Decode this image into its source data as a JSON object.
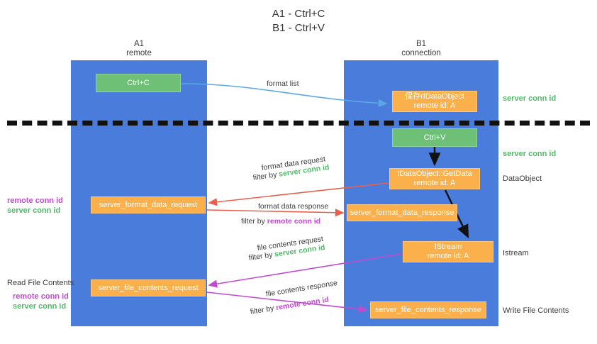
{
  "title": {
    "line1": "A1 - Ctrl+C",
    "line2": "B1 - Ctrl+V"
  },
  "lanes": [
    {
      "id": "A1",
      "name": "A1",
      "subtitle": "remote",
      "color": "#4a7ddb"
    },
    {
      "id": "B1",
      "name": "B1",
      "subtitle": "connection",
      "color": "#4a7ddb"
    }
  ],
  "colors": {
    "lane": "#4a7ddb",
    "green_box": "#6fc077",
    "orange_box": "#fbb04b",
    "server_conn_id": "#53b96a",
    "remote_conn_id": "#c04ad0",
    "arrow_blue": "#5aa9e6",
    "arrow_red": "#e8604c",
    "arrow_magenta": "#c04ad0",
    "arrow_black": "#111111",
    "text": "#3c3c3c"
  },
  "boxes": {
    "ctrl_c": {
      "label": "Ctrl+C",
      "kind": "green"
    },
    "idataobject": {
      "line1": "保存rIDataObject",
      "line2": "remote id: A",
      "kind": "orange"
    },
    "ctrl_v": {
      "label": "Ctrl+V",
      "kind": "green"
    },
    "getdata": {
      "line1": "IDataObject::GetData",
      "line2": "remote id: A",
      "kind": "orange"
    },
    "istream": {
      "line1": "IStream",
      "line2": "remote id: A",
      "kind": "orange"
    },
    "server_format_data_request": {
      "label": "server_format_data_request",
      "kind": "orange"
    },
    "server_format_data_response": {
      "label": "server_format_data_response",
      "kind": "orange"
    },
    "server_file_contents_request": {
      "label": "server_file_contents_request",
      "kind": "orange"
    },
    "server_file_contents_response": {
      "label": "server_file_contents_response",
      "kind": "orange"
    }
  },
  "side_labels": {
    "server_conn_id_top": "server conn id",
    "server_conn_id_mid": "server conn id",
    "dataobject": "DataObject",
    "istream": "Istream",
    "write_file_contents": "Write File Contents",
    "read_file_contents": "Read File Contents",
    "remote_conn_id": "remote conn id",
    "server_conn_id": "server conn id"
  },
  "edge_captions": {
    "format_list": "format list",
    "format_data_request": "format data request",
    "format_data_request_filter_prefix": "filter by ",
    "format_data_request_filter_value": "server conn id",
    "format_data_response": "format data response",
    "format_data_response_filter_prefix": "filter by ",
    "format_data_response_filter_value": "remote conn id",
    "file_contents_request": "file contents request",
    "file_contents_request_filter_prefix": "filter by ",
    "file_contents_request_filter_value": "server conn id",
    "file_contents_response": "file contents response",
    "file_contents_response_filter_prefix": "filter by ",
    "file_contents_response_filter_value": "remote conn id"
  }
}
